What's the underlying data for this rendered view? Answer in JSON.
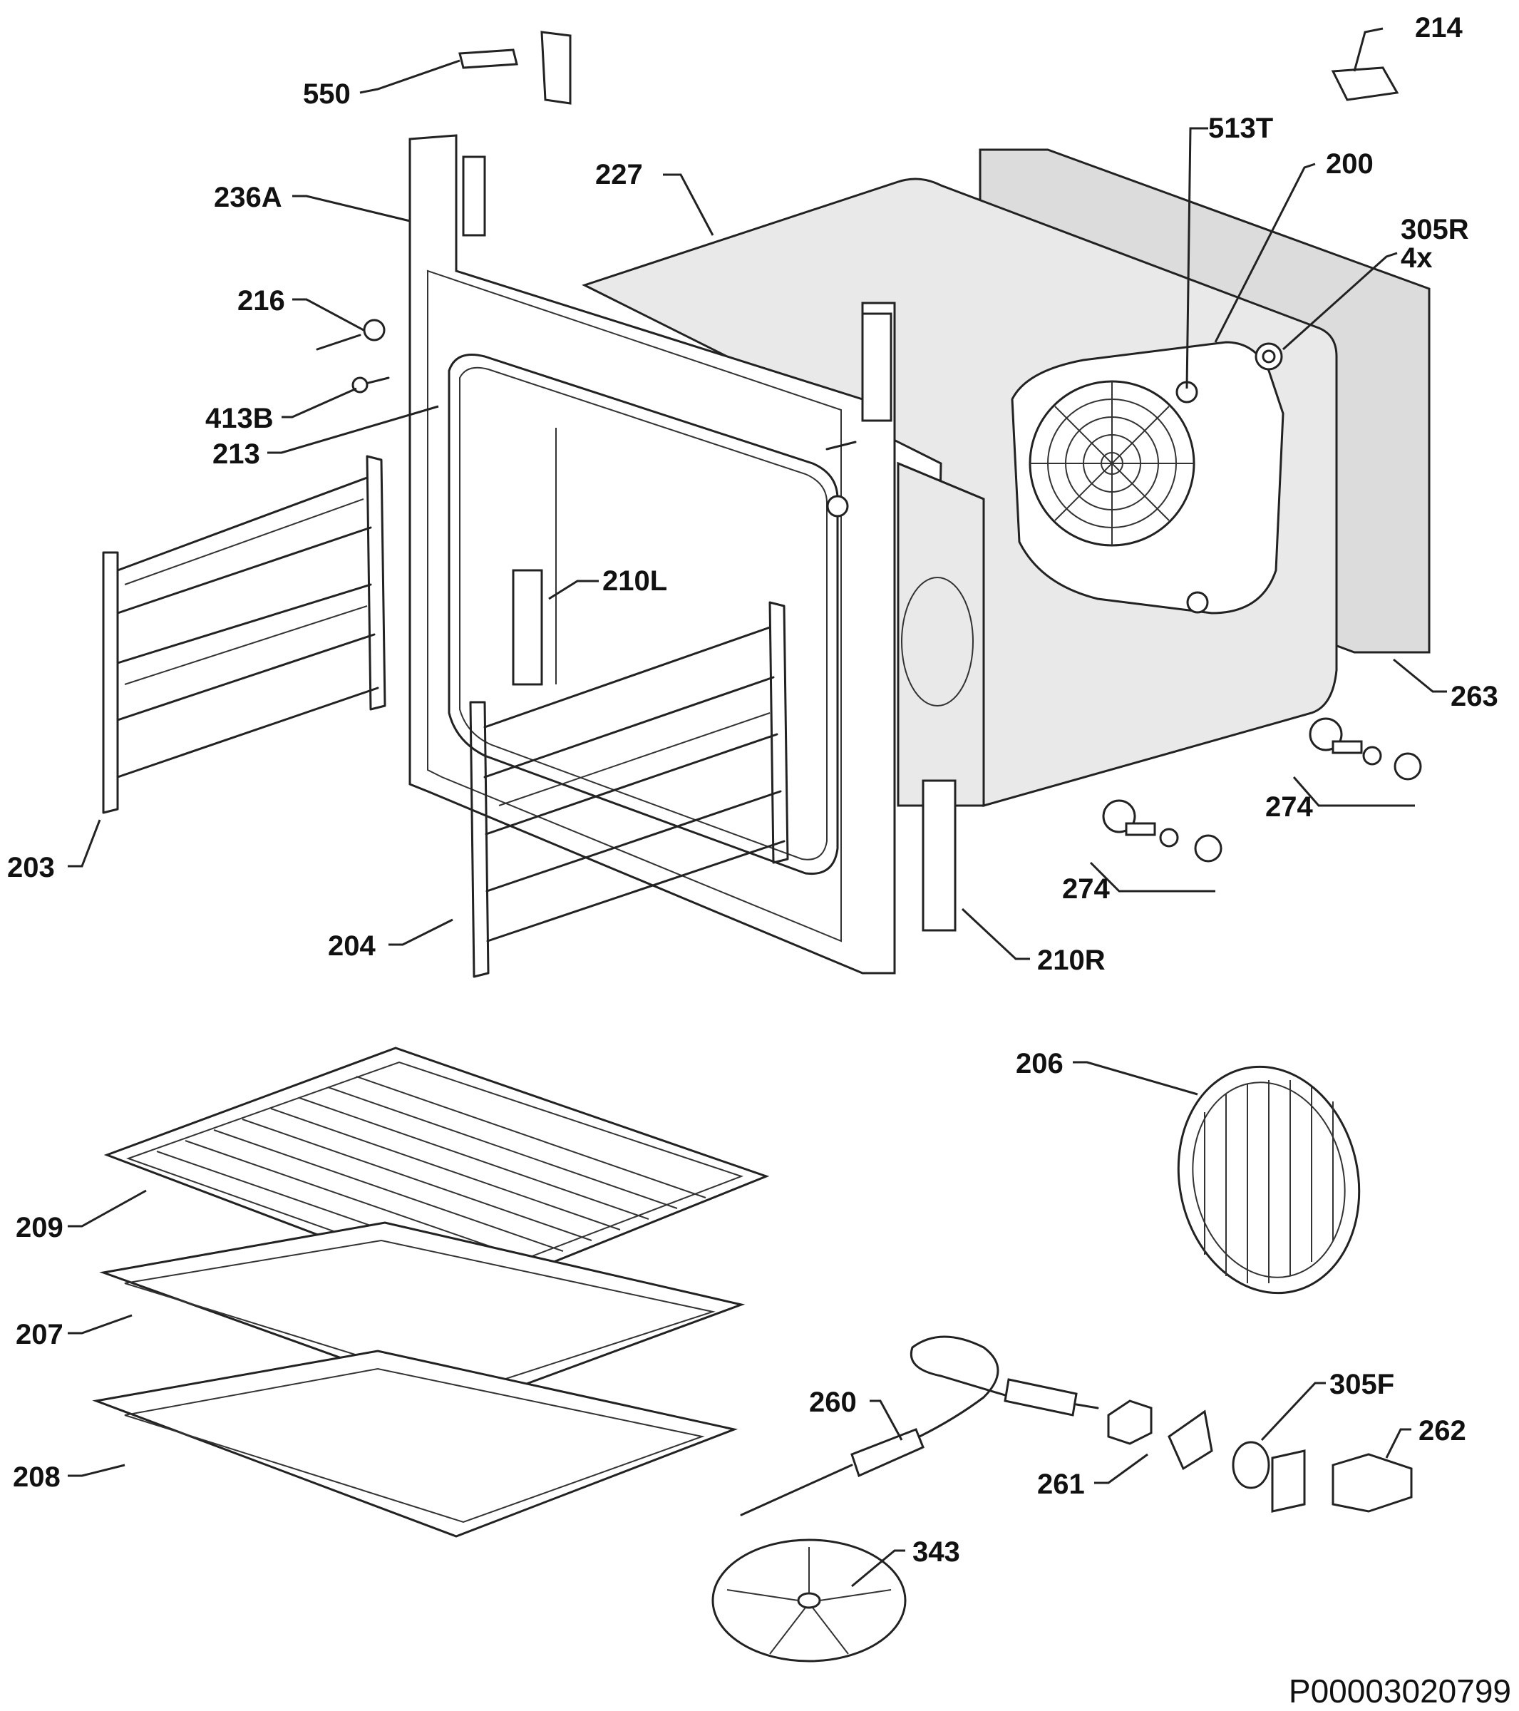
{
  "drawing_code": "P00003020799",
  "labels": {
    "l550": "550",
    "l214": "214",
    "l227": "227",
    "l513T": "513T",
    "l200": "200",
    "l305R": "305R",
    "l4x": "4x",
    "l236A": "236A",
    "l216": "216",
    "l413B": "413B",
    "l213": "213",
    "l210L": "210L",
    "l263": "263",
    "l274a": "274",
    "l274b": "274",
    "l203": "203",
    "l204": "204",
    "l210R": "210R",
    "l206": "206",
    "l209": "209",
    "l207": "207",
    "l208": "208",
    "l260": "260",
    "l305F": "305F",
    "l262": "262",
    "l261": "261",
    "l343": "343"
  },
  "colors": {
    "line": "#222222",
    "cavity_shade": "#e9e9e9",
    "background": "#ffffff"
  }
}
